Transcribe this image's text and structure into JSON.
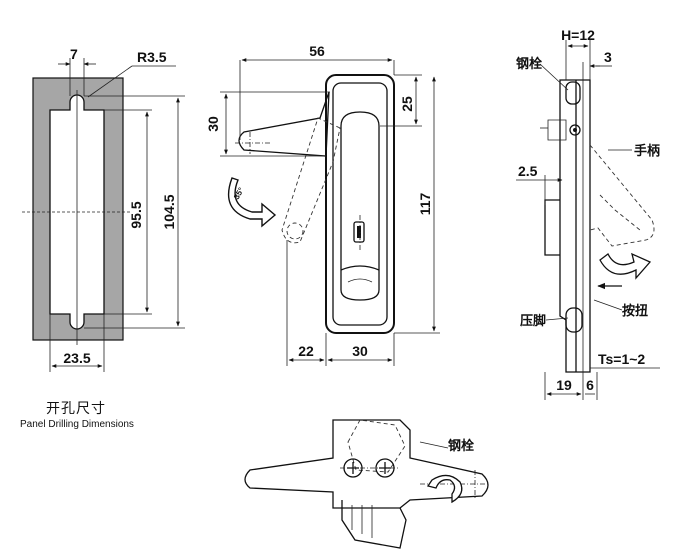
{
  "cutout": {
    "dim_top_width": "7",
    "dim_radius": "R3.5",
    "dim_inner_height": "95.5",
    "dim_outer_height": "104.5",
    "dim_bottom_width": "23.5",
    "caption_cn": "开孔尺寸",
    "caption_en": "Panel Drilling Dimensions"
  },
  "front_view": {
    "dim_width": "56",
    "dim_handle_drop": "30",
    "dim_top_offset": "25",
    "dim_height": "117",
    "dim_left_offset": "22",
    "dim_body_width": "30"
  },
  "side_view": {
    "dim_h": "H=12",
    "dim_3": "3",
    "label_steel_bolt": "钢栓",
    "label_handle": "手柄",
    "dim_2_5": "2.5",
    "label_press_button": "按扭",
    "label_press_foot": "压脚",
    "dim_ts": "Ts=1~2",
    "dim_19": "19",
    "dim_6": "6"
  },
  "bottom_view": {
    "label_steel_bolt": "钢栓"
  }
}
